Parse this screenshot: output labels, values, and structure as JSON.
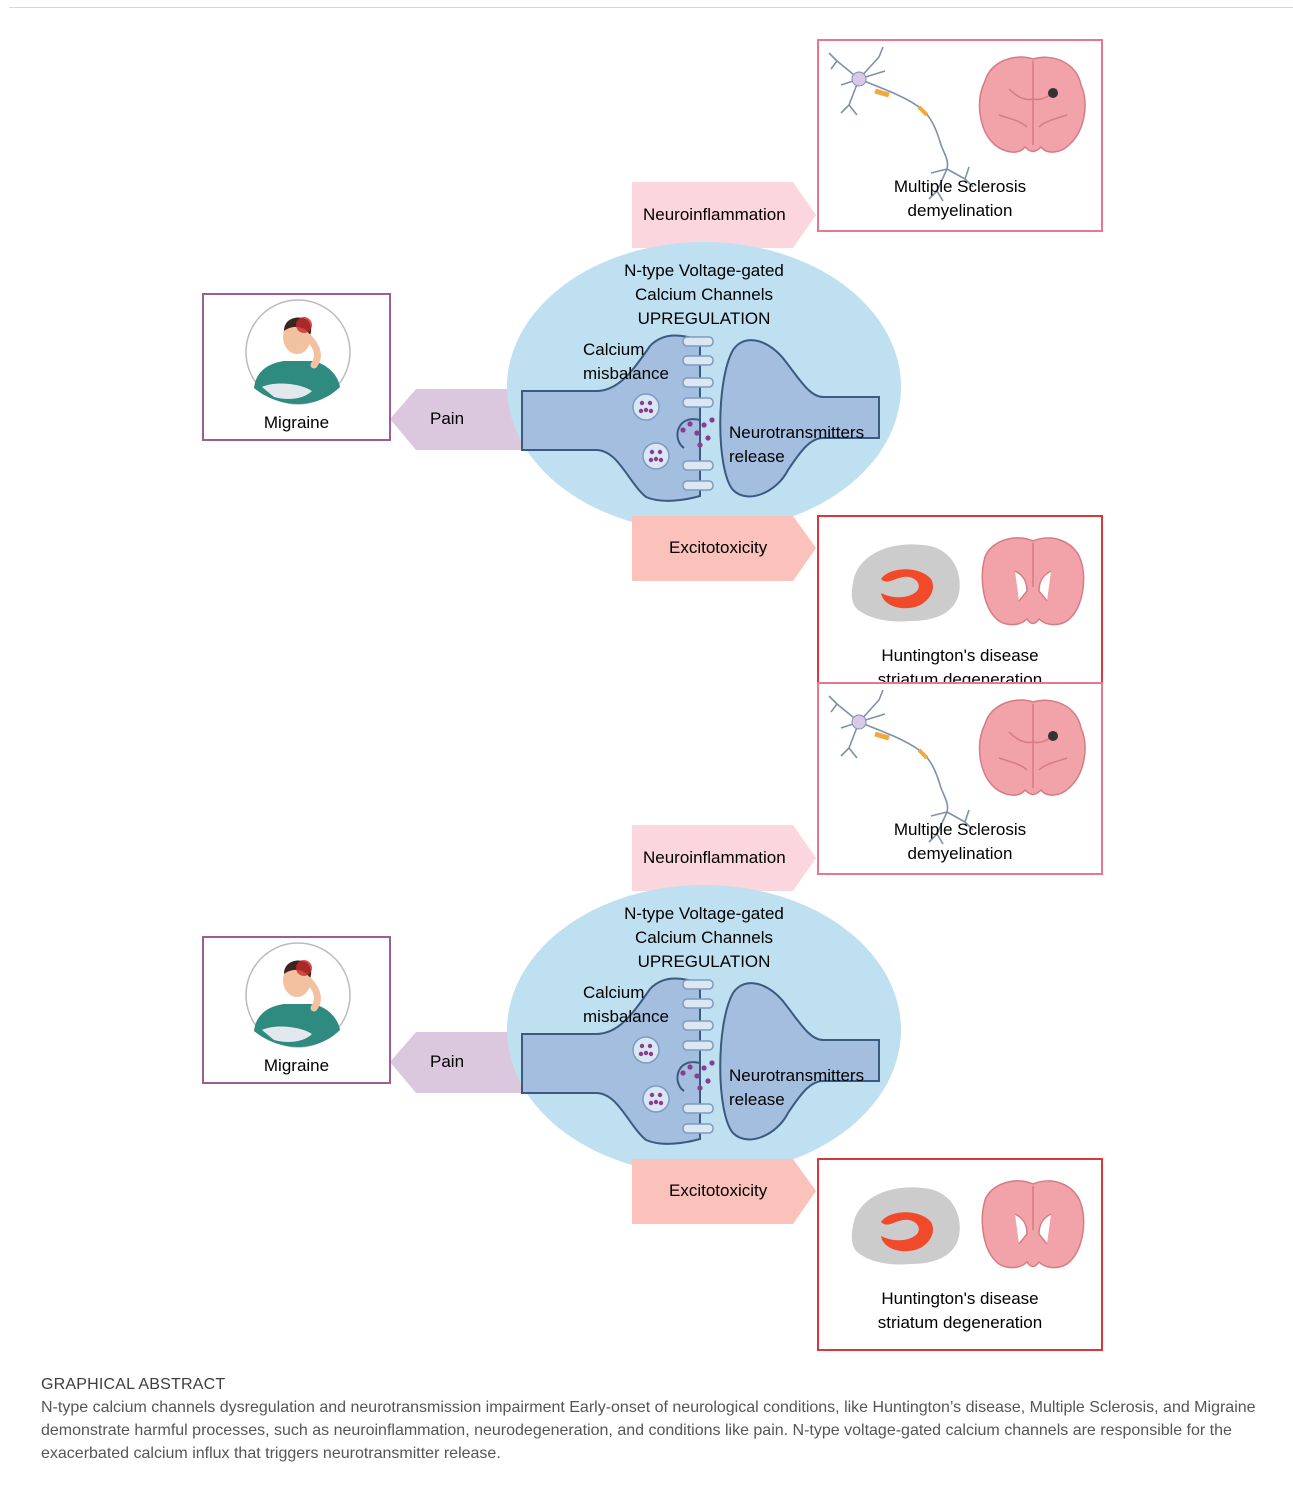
{
  "panels": [
    {
      "channel_title": [
        "N-type Voltage-gated",
        "Calcium Channels",
        "UPREGULATION"
      ],
      "calcium": [
        "Calcium",
        "misbalance"
      ],
      "neurotransmitters": [
        "Neurotransmitters",
        "release"
      ],
      "neuroinflammation": "Neuroinflammation",
      "excitotoxicity": "Excitotoxicity",
      "pain": "Pain",
      "migraine": "Migraine",
      "ms": [
        "Multiple Sclerosis",
        "demyelination"
      ],
      "hd": [
        "Huntington's disease",
        "striatum degeneration"
      ]
    },
    {
      "channel_title": [
        "N-type Voltage-gated",
        "Calcium Channels",
        "UPREGULATION"
      ],
      "calcium": [
        "Calcium",
        "misbalance"
      ],
      "neurotransmitters": [
        "Neurotransmitters",
        "release"
      ],
      "neuroinflammation": "Neuroinflammation",
      "excitotoxicity": "Excitotoxicity",
      "pain": "Pain",
      "migraine": "Migraine",
      "ms": [
        "Multiple Sclerosis",
        "demyelination"
      ],
      "hd": [
        "Huntington's disease",
        "striatum degeneration"
      ]
    }
  ],
  "caption": {
    "title": "GRAPHICAL ABSTRACT",
    "body": "N-type calcium channels dysregulation and neurotransmission impairment Early-onset of neurological conditions, like Huntington’s disease, Multiple Sclerosis, and Migraine demonstrate harmful processes, such as neuroinflammation, neurodegeneration, and conditions like pain. N-type voltage-gated calcium channels are responsible for the exacerbated calcium influx that triggers neurotransmitter release."
  },
  "colors": {
    "membrane_ellipse": "#bfe0f0",
    "synapse": "#a4bedf",
    "neuroinflammation_arrow": "#fcd6de",
    "excitotoxicity_arrow": "#fbc1bb",
    "pain_arrow": "#dbc8de",
    "ms_border": "#e9768f",
    "hd_border": "#d9363e",
    "migraine_border": "#9b5c97",
    "vesicle_dots": "#8a3d8c",
    "striatum": "#f04a2a"
  }
}
